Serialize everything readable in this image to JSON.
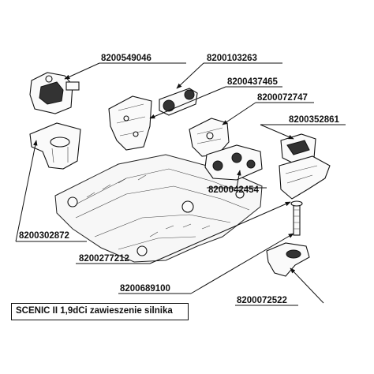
{
  "parts": [
    {
      "id": "p1",
      "number": "8200549046"
    },
    {
      "id": "p2",
      "number": "8200103263"
    },
    {
      "id": "p3",
      "number": "8200437465"
    },
    {
      "id": "p4",
      "number": "8200072747"
    },
    {
      "id": "p5",
      "number": "8200352861"
    },
    {
      "id": "p6",
      "number": "8200042454"
    },
    {
      "id": "p7",
      "number": "8200302872"
    },
    {
      "id": "p8",
      "number": "8200277212"
    },
    {
      "id": "p9",
      "number": "8200689100"
    },
    {
      "id": "p10",
      "number": "8200072522"
    }
  ],
  "caption": "SCENIC II 1,9dCi zawieszenie silnika"
}
